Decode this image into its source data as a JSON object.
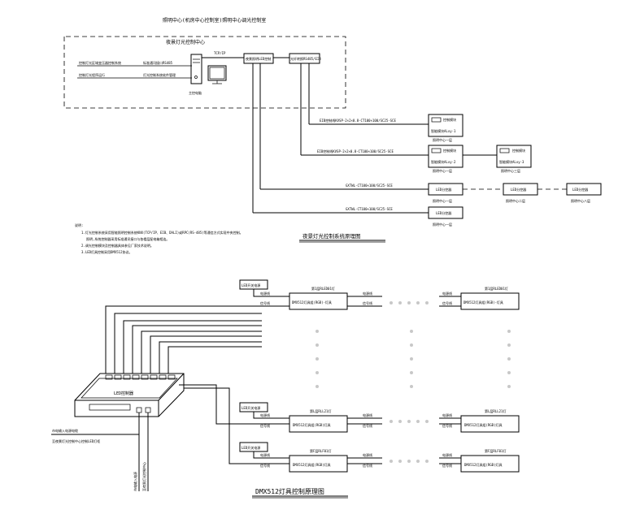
{
  "top": {
    "header": "照明中心(机房中心控制室)照明中心调光控制室",
    "control_center": "夜景灯光控制中心",
    "tcpip": "TCP/IP",
    "left_note_1": "控制灯光区域变压器控制系统",
    "left_note_1b": "标准通讯接口RS485",
    "left_note_2": "控制灯光程序运行",
    "left_note_2b": "灯光控制系统软件管理",
    "computer_label": "主控电脑",
    "led_ctrl": "夜景照明LED控制",
    "converter": "光纤转换RS485/EIB",
    "cable_1": "EIB控制线KVSP-2×2×0.8-CT100×100/SC25-SCE",
    "cable_2": "EIB控制线KVSP-2×2×0.8-CT100×100/SC25-SCE",
    "cable_3": "GXTWL-CT100×100/SC25-SCE",
    "cable_4": "GXTWL-CT100×100/SC25-SCE",
    "box_1_title": "控制模块",
    "box_1_sub": "智能模块ALxy-1",
    "box_1_loc": "照明中心一层",
    "box_2_title": "控制模块",
    "box_2_sub": "智能模块ALxy-2",
    "box_2_loc": "照明中心一层",
    "box_3_title": "控制模块",
    "box_3_sub": "智能模块ALxy-3",
    "box_3_loc": "照明中心三层",
    "led_box_1": "LED分控器",
    "led_box_1_loc": "照明中心一层",
    "led_box_2": "LED分控器",
    "led_box_2_loc": "照明中心二层",
    "led_box_3": "LED分控器",
    "led_box_3_loc": "照明中心八层",
    "led_box_4": "LED分控器",
    "led_box_4_loc": "照明中心一层",
    "notes_title": "说明:",
    "note_1": "1.灯光控制系统采用智能照明控制系统KNX(TCP/IP、EIB、DALI)或RPC(RS-485)等通信方式实现中央控制。",
    "note_1b": "照明,系统控制器采用标准通讯接口与各楼层配电箱相连。",
    "note_2": "2.调光控制模块及控制器具体参见厂家技术说明。",
    "note_3": "3.LED灯具控制采用DMX512协议。",
    "diagram_title": "夜景灯光控制系统原理图"
  },
  "bottom": {
    "led_power": "LED开关电源",
    "power_line": "电源线",
    "signal_line": "信号线",
    "row_labels": [
      "第1层RLED01灯",
      "第1层RLED01灯",
      "第L层RLL21灯",
      "第L层RLL21灯",
      "第F层RLF01灯",
      "第F层RLF01灯"
    ],
    "dmx_group": "DMX512灯具组(RGB)-灯具",
    "dmx_group_r": "DMX512灯具组(RGB)-灯具",
    "dmx_mid": "DMX512灯具组(RGB)灯具",
    "led_controller": "LED控制器",
    "left_label_1": "市电输入电源电缆",
    "left_label_2": "至夜景灯光控制中心控制LED灯柜",
    "vertical_label_1": "市电输入电源",
    "vertical_label_2": "至夜景灯光控制中心",
    "title": "DMX512灯具控制原理图"
  }
}
